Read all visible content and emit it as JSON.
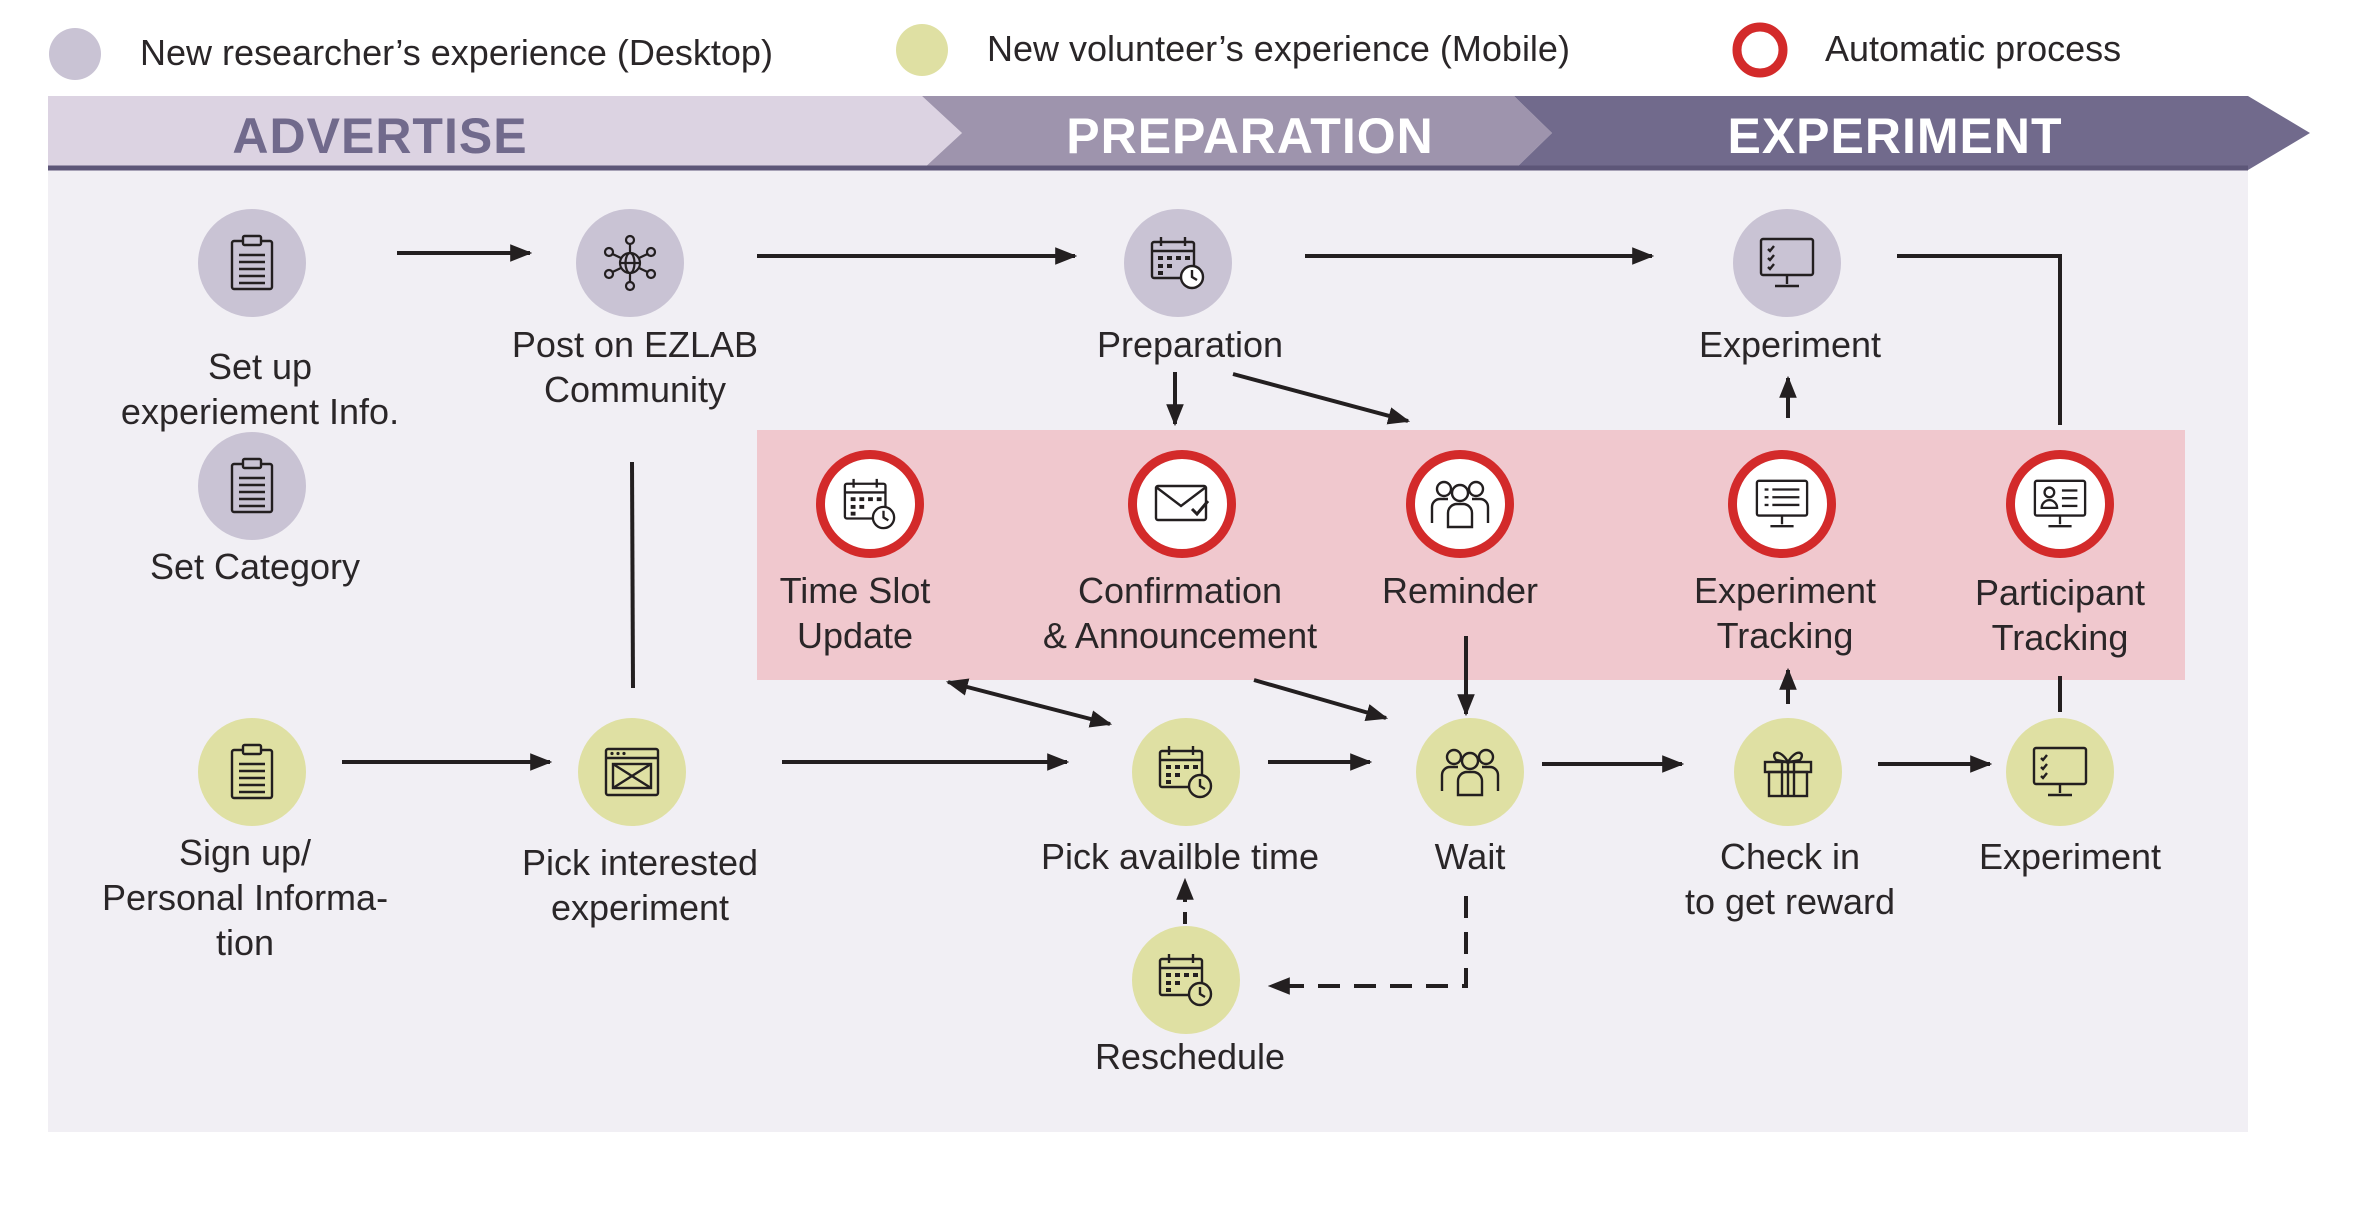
{
  "legend": {
    "researcher": {
      "label": "New researcher’s experience (Desktop)",
      "color": "#c9c3d4"
    },
    "volunteer": {
      "label": "New volunteer’s experience (Mobile)",
      "color": "#dfe0a3"
    },
    "automatic": {
      "label": "Automatic process",
      "color": "#d32a2a"
    }
  },
  "phases": {
    "advertise": "ADVERTISE",
    "preparation": "PREPARATION",
    "experiment": "EXPERIMENT"
  },
  "researcher_nodes": {
    "setup_info": {
      "line1": "Set up",
      "line2": "experiement Info.",
      "icon": "clipboard-icon"
    },
    "set_category": {
      "label": "Set Category",
      "icon": "clipboard-icon"
    },
    "post_community": {
      "line1": "Post on EZLAB",
      "line2": "Community",
      "icon": "network-globe-icon"
    },
    "preparation": {
      "label": "Preparation",
      "icon": "calendar-clock-icon"
    },
    "experiment": {
      "label": "Experiment",
      "icon": "monitor-checklist-icon"
    }
  },
  "automatic_nodes": {
    "time_slot_update": {
      "line1": "Time Slot",
      "line2": "Update",
      "icon": "calendar-clock-icon"
    },
    "confirmation": {
      "line1": "Confirmation",
      "line2": "& Announcement",
      "icon": "envelope-check-icon"
    },
    "reminder": {
      "label": "Reminder",
      "icon": "group-people-icon"
    },
    "experiment_tracking": {
      "line1": "Experiment",
      "line2": "Tracking",
      "icon": "monitor-list-icon"
    },
    "participant_tracking": {
      "line1": "Participant",
      "line2": "Tracking",
      "icon": "monitor-person-icon"
    }
  },
  "volunteer_nodes": {
    "sign_up": {
      "line1": "Sign up/",
      "line2": "Personal Informa-",
      "line3": "tion",
      "icon": "clipboard-icon"
    },
    "pick_experiment": {
      "line1": "Pick interested",
      "line2": "experiment",
      "icon": "browser-window-icon"
    },
    "pick_time": {
      "label": "Pick availble time",
      "icon": "calendar-clock-icon"
    },
    "wait": {
      "label": "Wait",
      "icon": "group-people-icon"
    },
    "check_in": {
      "line1": "Check in",
      "line2": "to get reward",
      "icon": "gift-icon"
    },
    "experiment": {
      "label": "Experiment",
      "icon": "monitor-checklist-icon"
    },
    "reschedule": {
      "label": "Reschedule",
      "icon": "calendar-clock-icon"
    }
  },
  "colors": {
    "panel_bg": "#f1eff4",
    "automatic_band": "#f0c8ce",
    "advertise_band": "#dcd3e2",
    "preparation_band": "#9e94ad",
    "experiment_band": "#716a8c",
    "line": "#231f20"
  }
}
